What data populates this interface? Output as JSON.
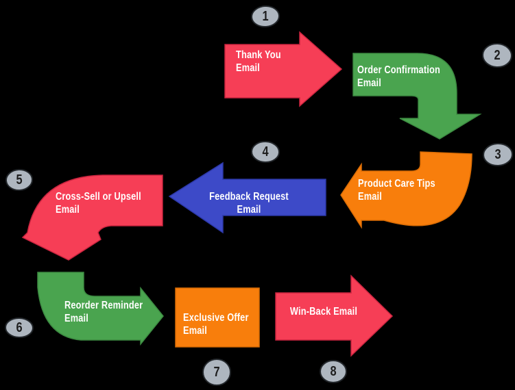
{
  "diagram": {
    "background": "#000000",
    "colors": {
      "red": "#F63E56",
      "green": "#4AA44F",
      "orange": "#F87E0C",
      "blue": "#3D4AC8",
      "badge_gray": "#AEB6BF",
      "badge_text": "#1D1D1D",
      "label_text": "#FFFFFF"
    },
    "steps": [
      {
        "number": "1",
        "label": "Thank You\nEmail",
        "shape": "straight-arrow-right",
        "color_key": "red"
      },
      {
        "number": "2",
        "label": "Order Confirmation\nEmail",
        "shape": "bent-arrow-right-then-down",
        "color_key": "green"
      },
      {
        "number": "3",
        "label": "Product Care Tips\nEmail",
        "shape": "bent-arrow-down-then-left",
        "color_key": "orange"
      },
      {
        "number": "4",
        "label": "Feedback Request Email",
        "shape": "straight-arrow-left",
        "color_key": "blue"
      },
      {
        "number": "5",
        "label": "Cross-Sell or Upsell\nEmail",
        "shape": "bent-arrow-left-then-down",
        "color_key": "red"
      },
      {
        "number": "6",
        "label": "Reorder Reminder\nEmail",
        "shape": "bent-arrow-down-then-right",
        "color_key": "green"
      },
      {
        "number": "7",
        "label": "Exclusive Offer\nEmail",
        "shape": "rectangle",
        "color_key": "orange"
      },
      {
        "number": "8",
        "label": "Win-Back Email",
        "shape": "straight-arrow-right",
        "color_key": "red"
      }
    ]
  }
}
